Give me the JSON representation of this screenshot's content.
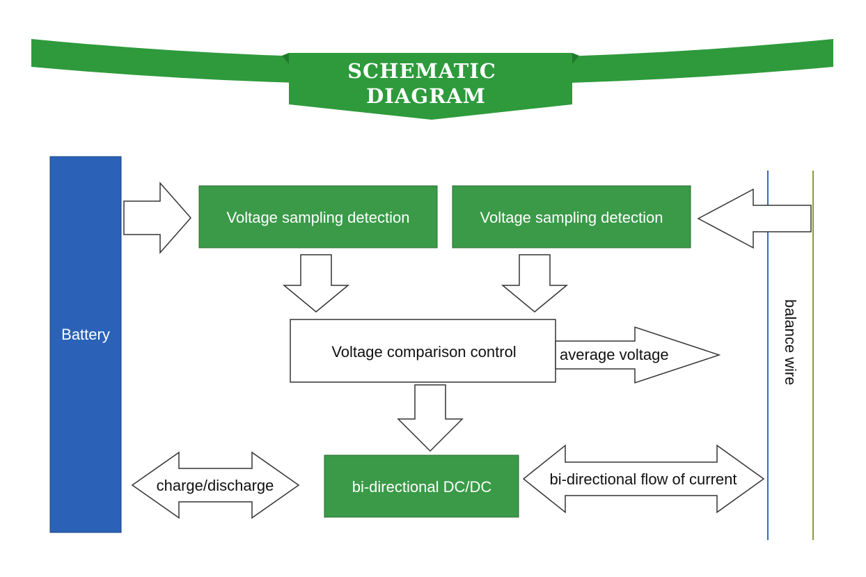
{
  "title_line1": "SCHEMATIC",
  "title_line2": "DIAGRAM",
  "battery_label": "Battery",
  "sampling_left": "Voltage sampling detection",
  "sampling_right": "Voltage sampling detection",
  "comparison": "Voltage comparison control",
  "average_voltage": "average voltage",
  "dcdc": "bi-directional DC/DC",
  "charge_discharge": "charge/discharge",
  "flow_current": "bi-directional flow of current",
  "balance_wire": "balance wire",
  "colors": {
    "banner_green": "#2e9a3c",
    "box_green": "#3a9a48",
    "battery_blue": "#2b62b8",
    "wire_blue": "#2a6fc4",
    "wire_olive": "#8a9a3a"
  }
}
